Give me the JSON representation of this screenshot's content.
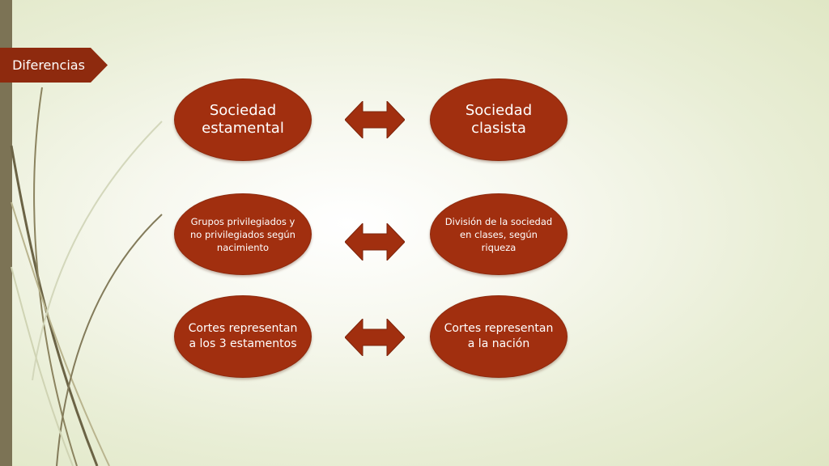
{
  "slide": {
    "tag_label": "Diferencias",
    "colors": {
      "oval_fill": "#a12f0f",
      "arrow_fill": "#a12f0f",
      "left_bar": "#7c7355",
      "tag_fill": "#8e2a0e"
    },
    "rows": [
      {
        "left": "Sociedad estamental",
        "right": "Sociedad clasista"
      },
      {
        "left": "Grupos privilegiados y no privilegiados según nacimiento",
        "right": "División de la sociedad en clases, según riqueza"
      },
      {
        "left": "Cortes representan a los 3 estamentos",
        "right": "Cortes representan a la nación"
      }
    ],
    "connector_icon": "double-headed-arrow-icon"
  }
}
